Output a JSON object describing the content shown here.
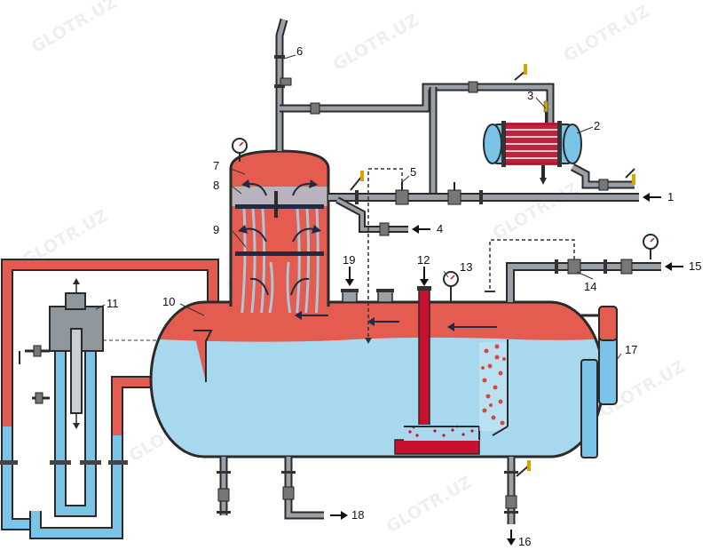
{
  "diagram": {
    "watermark": "GLOTR.UZ",
    "labels": [
      "1",
      "2",
      "3",
      "4",
      "5",
      "6",
      "7",
      "8",
      "9",
      "10",
      "11",
      "12",
      "13",
      "14",
      "15",
      "16",
      "17",
      "18",
      "19"
    ],
    "colors": {
      "steam": "#e45b4f",
      "water": "#a8d8ee",
      "pipe_water": "#7bc4e8",
      "outline": "#2a2a2a",
      "metal": "#9aa0a6",
      "heater_red": "#c8102e"
    }
  }
}
